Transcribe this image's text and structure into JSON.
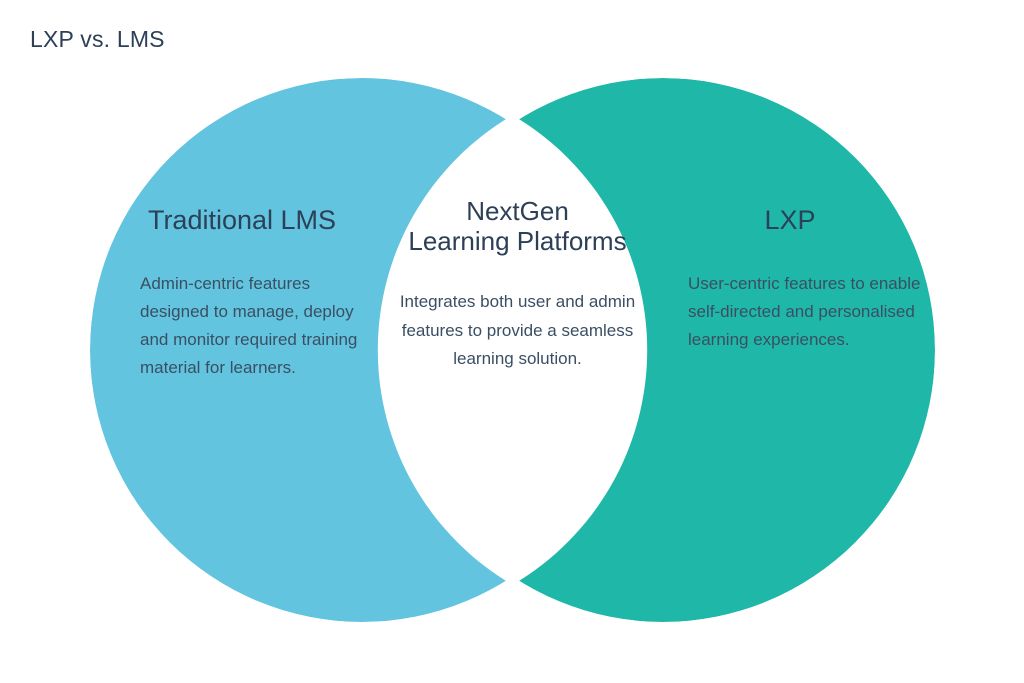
{
  "title": "LXP vs. LMS",
  "colors": {
    "background": "#ffffff",
    "left_circle": "#62c4de",
    "right_circle": "#1fb8a8",
    "overlap": "#ffffff",
    "heading_text": "#2d4058",
    "body_text": "#3a4f63",
    "title_text": "#2d4058"
  },
  "chart_data": {
    "type": "diagram",
    "diagram_type": "venn",
    "title": "LXP vs. LMS",
    "sets": [
      {
        "id": "left",
        "heading": "Traditional LMS",
        "body": "Admin-centric features designed to manage, deploy and monitor required training material for learners.",
        "fill": "#62c4de",
        "center": [
          362,
          350
        ],
        "radius": 272
      },
      {
        "id": "right",
        "heading": "LXP",
        "body": "User-centric features to enable self-directed and personalised learning experiences.",
        "fill": "#1fb8a8",
        "center": [
          663,
          350
        ],
        "radius": 272
      }
    ],
    "intersection": {
      "id": "centre",
      "heading": "NextGen\nLearning Platforms",
      "body": "Integrates both user and admin features to provide a seamless learning solution.",
      "fill": "#ffffff"
    }
  },
  "venn": {
    "left": {
      "heading": "Traditional LMS",
      "body": "Admin-centric features designed to manage, deploy and monitor required training material for learners."
    },
    "centre": {
      "heading": "NextGen\nLearning Platforms",
      "body": "Integrates both user and admin features to provide a seamless learning solution."
    },
    "right": {
      "heading": "LXP",
      "body": "User-centric features to enable self-directed and personalised learning experiences."
    }
  }
}
